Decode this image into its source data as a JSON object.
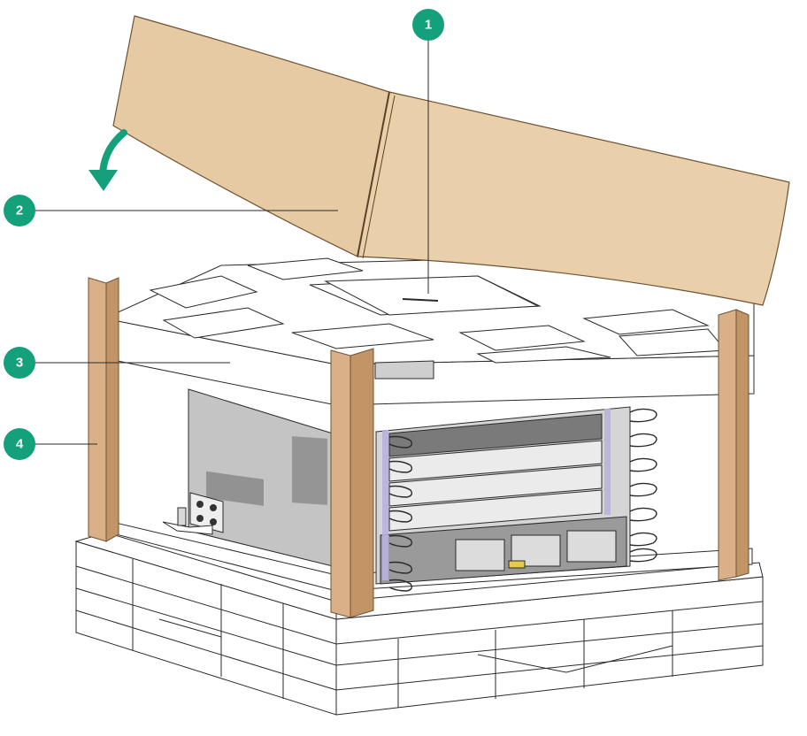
{
  "diagram": {
    "callouts": [
      {
        "id": "1",
        "label": "1"
      },
      {
        "id": "2",
        "label": "2"
      },
      {
        "id": "3",
        "label": "3"
      },
      {
        "id": "4",
        "label": "4"
      }
    ],
    "colors": {
      "callout_fill": "#13a07a",
      "carton": "#e7c9a3",
      "carton_edge": "#8a6a45",
      "corner_post": "#d9b088",
      "foam": "#ffffff",
      "line": "#2a2a2a",
      "chassis": "#bdbdbd",
      "arrow": "#13a07a"
    },
    "icons": {
      "arrow": "rotate-arrow-icon"
    }
  }
}
